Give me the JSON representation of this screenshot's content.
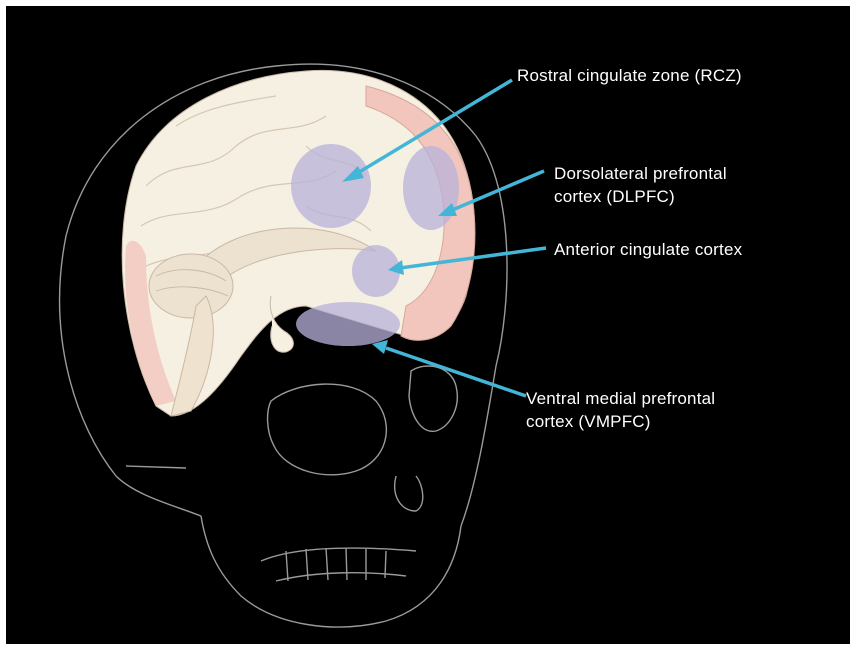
{
  "colors": {
    "background": "#000000",
    "brain_base": "#f6f0e2",
    "cortex_pink": "#f2c6bd",
    "highlight_region": "#b9b2db",
    "arrow": "#43b6d8",
    "skull_outline": "#9a9a9a",
    "label_text": "#ffffff"
  },
  "labels": {
    "rcz": "Rostral cingulate zone (RCZ)",
    "dlpfc_line1": "Dorsolateral prefrontal",
    "dlpfc_line2": "cortex (DLPFC)",
    "acc": "Anterior cingulate cortex",
    "vmpfc_line1": "Ventral medial prefrontal",
    "vmpfc_line2": "cortex (VMPFC)"
  },
  "icons": {
    "arrow": "arrow-icon",
    "region": "highlight-region"
  }
}
